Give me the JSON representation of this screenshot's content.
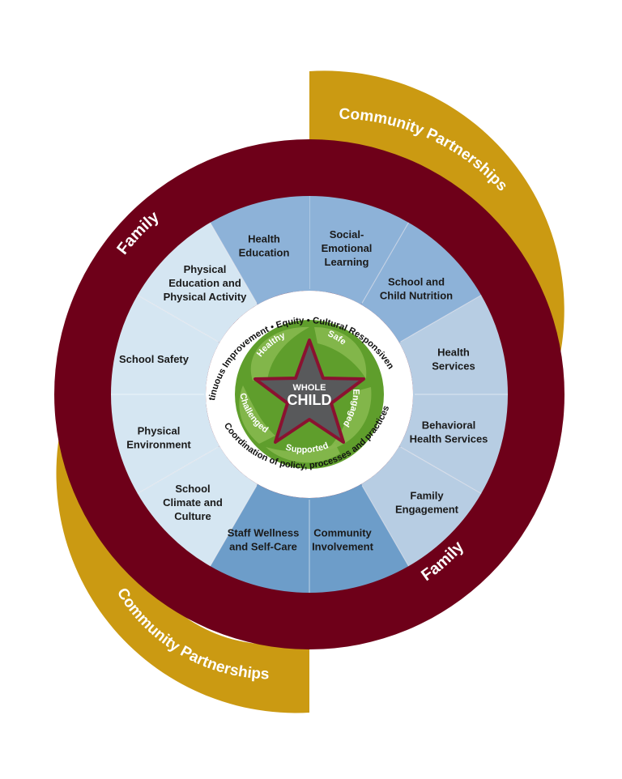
{
  "colors": {
    "gold": "#CB9A12",
    "maroon": "#6E0019",
    "white_ring": "#ffffff",
    "inner_green": "#5F9E2C",
    "leaf_green": "#86B84E",
    "star_gray": "#58595B",
    "star_outline": "#8A1230",
    "seg_darker": "#6D9DC9",
    "seg_mid": "#8DB2D8",
    "seg_light": "#B7CDE3",
    "seg_pale": "#D5E6F2"
  },
  "outer": {
    "community_top": "Community Partnerships",
    "community_bottom": "Community Partnerships",
    "family_top": "Family",
    "family_bottom": "Family"
  },
  "segments": [
    {
      "lines": [
        "Health",
        "Education"
      ],
      "color": "seg_mid"
    },
    {
      "lines": [
        "Social-",
        "Emotional",
        "Learning"
      ],
      "color": "seg_mid"
    },
    {
      "lines": [
        "School and",
        "Child Nutrition"
      ],
      "color": "seg_light"
    },
    {
      "lines": [
        "Health",
        "Services"
      ],
      "color": "seg_light"
    },
    {
      "lines": [
        "Behavioral",
        "Health Services"
      ],
      "color": "seg_light"
    },
    {
      "lines": [
        "Family",
        "Engagement"
      ],
      "color": "seg_darker"
    },
    {
      "lines": [
        "Community",
        "Involvement"
      ],
      "color": "seg_darker"
    },
    {
      "lines": [
        "Staff Wellness",
        "and Self-Care"
      ],
      "color": "seg_pale"
    },
    {
      "lines": [
        "School",
        "Climate and",
        "Culture"
      ],
      "color": "seg_pale"
    },
    {
      "lines": [
        "Physical",
        "Environment"
      ],
      "color": "seg_pale"
    },
    {
      "lines": [
        "School Safety"
      ],
      "color": "seg_pale"
    },
    {
      "lines": [
        "Physical",
        "Education and",
        "Physical Activity"
      ],
      "color": "seg_mid"
    }
  ],
  "principles": {
    "top": "Continuous Improvement • Equity • Cultural Responsiveness •",
    "bottom": "Coordination of policy, processes and practices"
  },
  "outcomes": [
    "Healthy",
    "Safe",
    "Engaged",
    "Supported",
    "Challenged"
  ],
  "center": {
    "line1": "WHOLE",
    "line2": "CHILD"
  }
}
